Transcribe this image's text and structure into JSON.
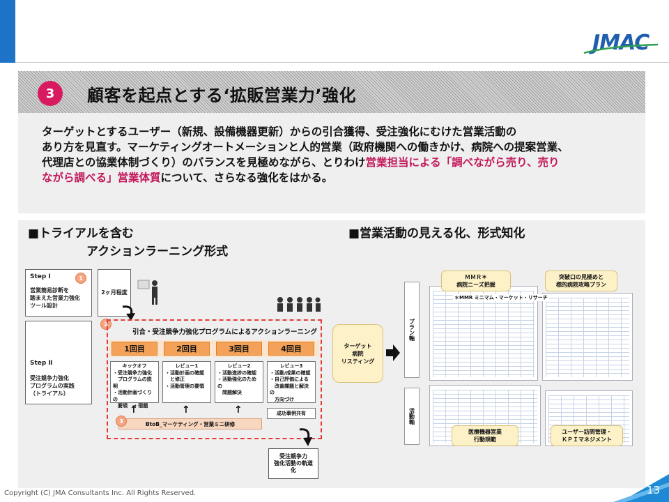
{
  "brand": {
    "logo_text": "JMAC",
    "accent": "#1e73c8",
    "highlight": "#c2185b",
    "badge": "#d81b60"
  },
  "section": {
    "number": "3",
    "title": "顧客を起点とする‘拡販営業力’強化"
  },
  "description": {
    "lines": [
      "ターゲットとするユーザー（新規、設備機器更新）からの引合獲得、受注強化にむけた営業活動の",
      "あり方を見直す。マーケティングオートメーションと人的営業（政府機関への働きかけ、病院への提案営業、"
    ],
    "line3_plain": "代理店との協業体制づくり）のバランスを見極めながら、とりわけ",
    "line3_hl": "営業担当による「調べながら売り、売り",
    "line4_hl": "ながら調べる」営業体質",
    "line4_plain": "について、さらなる強化をはかる。"
  },
  "left": {
    "heading_line1": "■トライアルを含む",
    "heading_line2": "アクションラーニング形式",
    "step1": {
      "label": "Step Ⅰ",
      "text": "営業簡易診断を\n踏まえた営業力強化\nツール設計",
      "badge": "1"
    },
    "duration": "2ヶ月程度",
    "step2": {
      "label": "Step Ⅱ",
      "text": "受注競争力強化\nプログラムの実践\n（トライアル）",
      "badge": "2"
    },
    "program_title": "引合・受注競争力強化プログラムによるアクションラーニング",
    "phases": [
      "1回目",
      "2回目",
      "3回目",
      "4回目"
    ],
    "cards": [
      {
        "title": "キックオフ",
        "body": "・受注競争力強化\n　プログラムの説明\n・活動計画づくりの\n　要領　→ 宿題"
      },
      {
        "title": "レビュー1",
        "body": "・活動計画の確認\n　と修正\n・活動管理の要領"
      },
      {
        "title": "レビュー2",
        "body": "・活動進捗の確認\n・活動強化のための\n　問題解決"
      },
      {
        "title": "レビュー3",
        "body": "・活動/成果の確認\n・自己評価による\n　改善課題と解決の\n　方向づけ"
      }
    ],
    "arrow_glyph": "↑",
    "seminar": {
      "badge": "3",
      "label": "BtoB_マーケティング・営業ミニ研修"
    },
    "case_share": "成功事例共有",
    "result": "受注競争力\n強化活動の軌道\n化"
  },
  "right": {
    "heading": "■営業活動の見える化、形式知化",
    "target_box": "ターゲット\n病院\nリスティング",
    "plan_axis": "プラン軸",
    "activity_axis": "活動軸",
    "mmr_callout": "ＭＭＲ＊\n病院ニーズ把握",
    "mmr_note": "＊MMR ミニマム・マーケット・リサーチ",
    "breakthrough_callout": "突破口の見極めと\n標的病院攻略プラン",
    "med_callout": "医療機器営業\n行動規範",
    "kpi_callout": "ユーザー訪問管理・\nＫＰＩマネジメント"
  },
  "footer": {
    "copyright": "Copyright (C) JMA Consultants Inc. All Rights Reserved.",
    "page": "13"
  }
}
